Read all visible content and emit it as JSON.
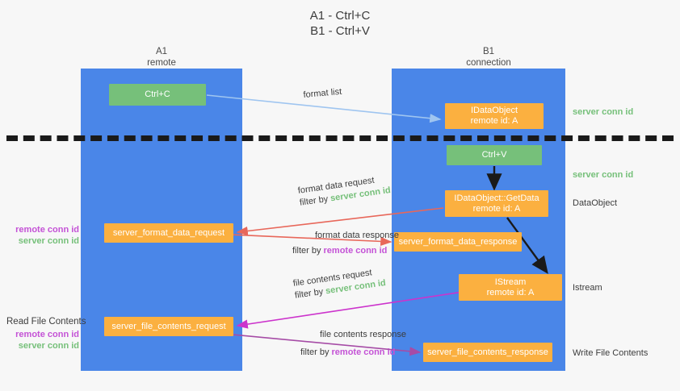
{
  "title": {
    "line1": "A1 - Ctrl+C",
    "line2": "B1 - Ctrl+V"
  },
  "columns": [
    {
      "id": "A1",
      "name": "A1",
      "sub": "remote"
    },
    {
      "id": "B1",
      "name": "B1",
      "sub": "connection"
    }
  ],
  "nodes": {
    "ctrl_c": {
      "label": "Ctrl+C",
      "sub": "",
      "color": "green"
    },
    "idataobject": {
      "label": "IDataObject",
      "sub": "remote id: A",
      "color": "orange"
    },
    "ctrl_v": {
      "label": "Ctrl+V",
      "sub": "",
      "color": "green"
    },
    "getdata": {
      "label": "IDataObject::GetData",
      "sub": "remote id: A",
      "color": "orange"
    },
    "istream": {
      "label": "IStream",
      "sub": "remote id: A",
      "color": "orange"
    },
    "server_format_data_request": {
      "label": "server_format_data_request",
      "sub": "",
      "color": "orange"
    },
    "server_format_data_response": {
      "label": "server_format_data_response",
      "sub": "",
      "color": "orange"
    },
    "server_file_contents_request": {
      "label": "server_file_contents_request",
      "sub": "",
      "color": "orange"
    },
    "server_file_contents_response": {
      "label": "server_file_contents_response",
      "sub": "",
      "color": "orange"
    }
  },
  "edges": {
    "format_list": {
      "line1": "format list",
      "filter_prefix": "",
      "filter_value": ""
    },
    "format_data_request": {
      "line1": "format data request",
      "filter_prefix": "filter by ",
      "filter_value": "server conn id"
    },
    "format_data_response": {
      "line1": "format data response",
      "filter_prefix": "filter by ",
      "filter_value": "remote conn id"
    },
    "file_contents_request": {
      "line1": "file contents request",
      "filter_prefix": "filter by ",
      "filter_value": "server conn id"
    },
    "file_contents_response": {
      "line1": "file contents response",
      "filter_prefix": "filter by ",
      "filter_value": "remote conn id"
    }
  },
  "annotations": {
    "server_conn_id_top": "server conn id",
    "server_conn_id_mid": "server conn id",
    "dataobject": "DataObject",
    "istream": "Istream",
    "write_file_contents": "Write File Contents",
    "read_file_contents": "Read File Contents",
    "left_remote_conn_id_1": "remote conn id",
    "left_server_conn_id_1": "server conn id",
    "left_remote_conn_id_2": "remote conn id",
    "left_server_conn_id_2": "server conn id"
  },
  "colors": {
    "lane": "#4a86e8",
    "green_node": "#76c07a",
    "orange_node": "#fbb040",
    "green_text": "#76c07a",
    "purple_text": "#c452d6",
    "arrow_blue": "#9fc5f0",
    "arrow_red": "#e8675a",
    "arrow_magenta": "#cc33cc",
    "arrow_purple": "#a64ca6",
    "arrow_black": "#1a1a1a",
    "background": "#f7f7f7"
  }
}
